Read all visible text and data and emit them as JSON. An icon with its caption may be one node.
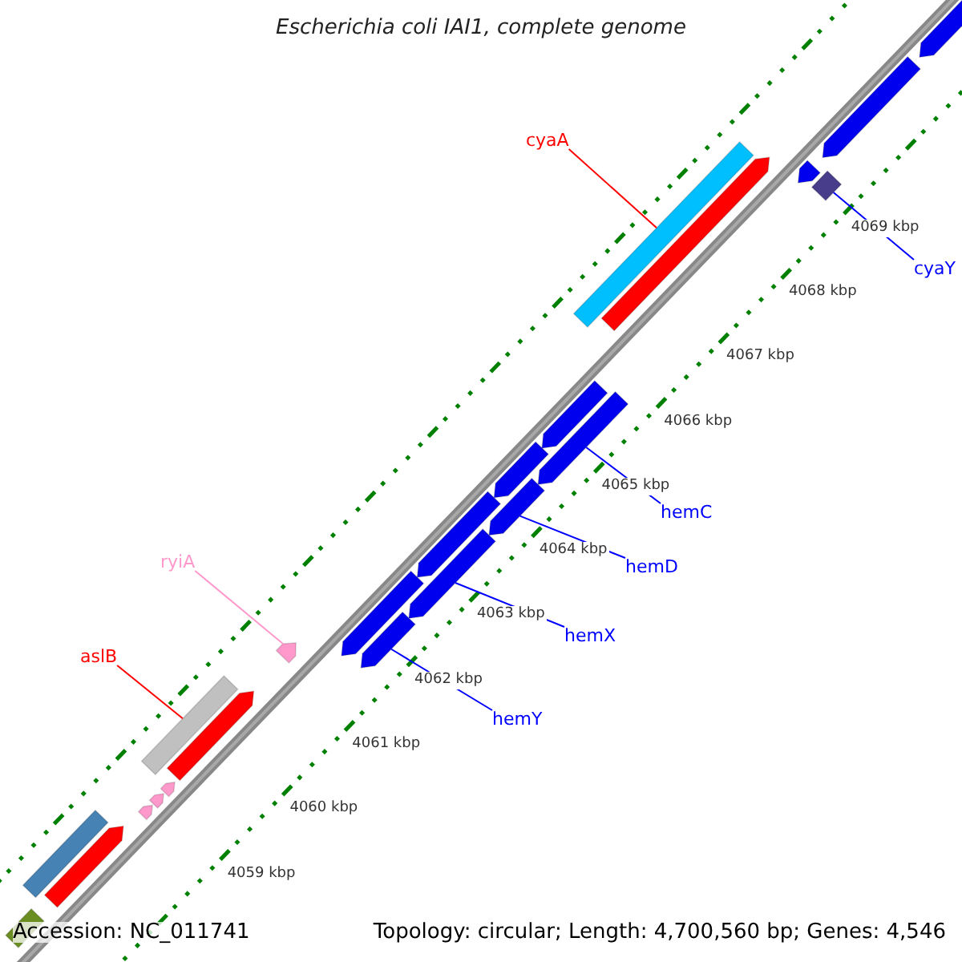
{
  "diagram": {
    "title": "Escherichia coli IAI1, complete genome",
    "nodes": [
      {
        "text": [
          "cyaA"
        ]
      },
      {
        "text": [],
        "shape": "bar"
      },
      {
        "text": [
          "cyaY"
        ]
      },
      {
        "text": [],
        "shape": "diamond"
      },
      {
        "text": [
          "hemC"
        ]
      },
      {
        "text": [],
        "shape": "arrow"
      },
      {
        "text": [
          "hemD"
        ]
      },
      {
        "text": [],
        "shape": "arrow"
      },
      {
        "text": [
          "hemX"
        ]
      },
      {
        "text": [],
        "shape": "arrow"
      },
      {
        "text": [
          "hemY"
        ]
      },
      {
        "text": [],
        "shape": "arrow"
      },
      {
        "text": [
          "ryiA"
        ]
      },
      {
        "text": [],
        "shape": "arrow"
      },
      {
        "text": [
          "aslB"
        ]
      },
      {
        "text": [],
        "shape": "bar"
      },
      {
        "text": [],
        "shape": "arrow"
      },
      {
        "text": [],
        "shape": "arrow"
      },
      {
        "text": [],
        "shape": "arrow"
      },
      {
        "text": [],
        "shape": "bar"
      },
      {
        "text": [],
        "shape": "bar"
      },
      {
        "text": [],
        "shape": "arrow"
      },
      {
        "text": [],
        "shape": "arrow"
      },
      {
        "text": [],
        "shape": "arrow"
      },
      {
        "text": [],
        "shape": "arrow"
      },
      {
        "text": [],
        "shape": "arrow"
      },
      {
        "text": [],
        "shape": "arrow"
      },
      {
        "text": [],
        "shape": "arrow"
      },
      {
        "text": [],
        "shape": "arrow"
      },
      {
        "text": [],
        "shape": "arrow"
      },
      {
        "text": [],
        "shape": "arrow"
      }
    ],
    "edges": [
      {
        "from": 0,
        "to": 1,
        "arrow": "none",
        "color": "#ff0000"
      },
      {
        "from": 2,
        "to": 3,
        "arrow": "none"
      },
      {
        "from": 4,
        "to": 5,
        "arrow": "none"
      },
      {
        "from": 6,
        "to": 7,
        "arrow": "none"
      },
      {
        "from": 8,
        "to": 9,
        "arrow": "none"
      },
      {
        "from": 10,
        "to": 11,
        "arrow": "none"
      },
      {
        "from": 12,
        "to": 13,
        "arrow": "none",
        "color": "#ff99cc"
      },
      {
        "from": 14,
        "to": 15,
        "arrow": "none",
        "color": "#ff0000"
      }
    ],
    "labels": [
      "4069 kbp",
      "4068 kbp",
      "4067 kbp",
      "4066 kbp",
      "4065 kbp",
      "4064 kbp",
      "4063 kbp",
      "4062 kbp",
      "4061 kbp",
      "4060 kbp",
      "4059 kbp",
      "Accession: NC_011741",
      "Topology: circular; Length: 4,700,560 bp; Genes: 4,546"
    ]
  }
}
